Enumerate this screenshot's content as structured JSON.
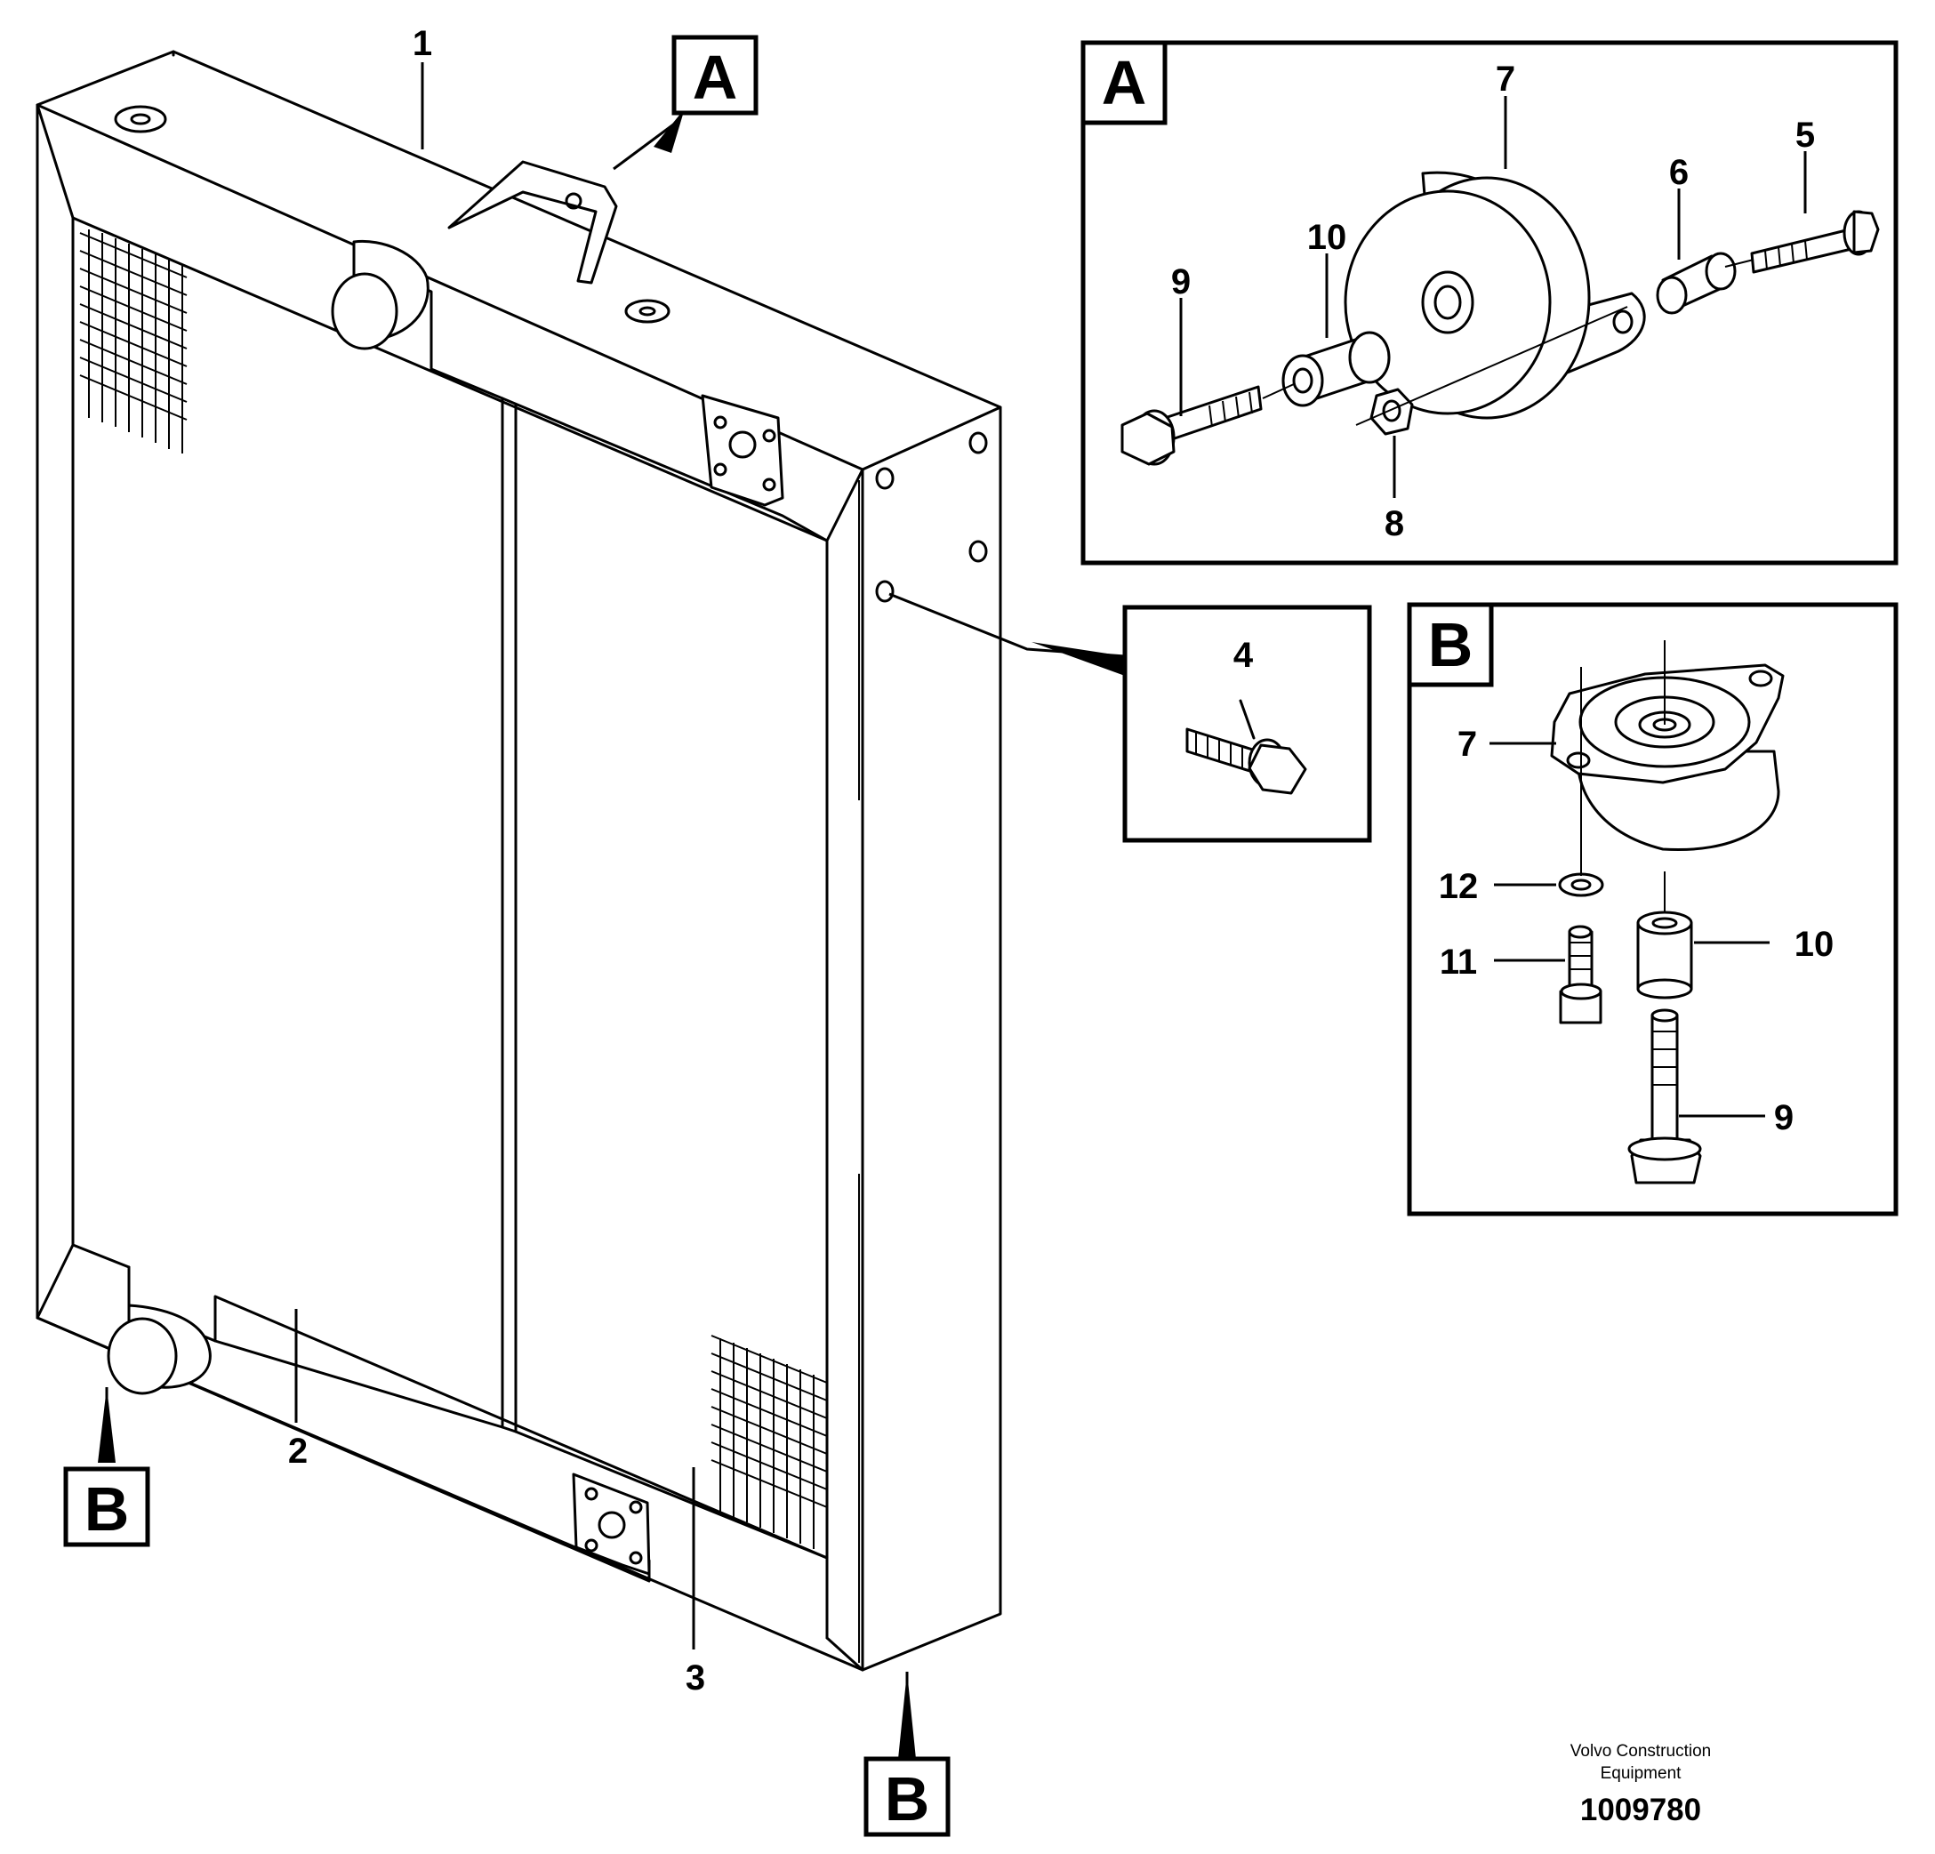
{
  "callouts": {
    "c1": "1",
    "c2": "2",
    "c3": "3",
    "c4": "4",
    "a5": "5",
    "a6": "6",
    "a7": "7",
    "a8": "8",
    "a9": "9",
    "a10": "10",
    "b7": "7",
    "b9": "9",
    "b10": "10",
    "b11": "11",
    "b12": "12"
  },
  "view_refs": {
    "top_a": "A",
    "left_b": "B",
    "bottom_b": "B",
    "detail_a": "A",
    "detail_b": "B"
  },
  "publisher": {
    "line1": "Volvo Construction",
    "line2": "Equipment",
    "number": "1009780"
  }
}
